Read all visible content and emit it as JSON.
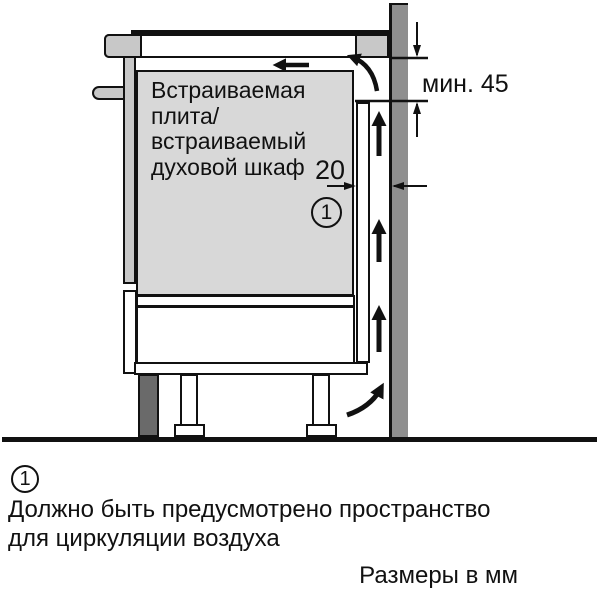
{
  "diagram": {
    "appliance_label": {
      "line1": "Встраиваемая",
      "line2": "плита/",
      "line3": "встраиваемый",
      "line4": "духовой шкаф"
    },
    "dimensions": {
      "min_wall_gap_label": "мин. 45",
      "vent_gap_label": "20"
    },
    "callout_marker": "1"
  },
  "footnote": {
    "marker": "1",
    "text_line1": "Должно быть предусмотрено пространство",
    "text_line2": "для циркуляции воздуха"
  },
  "units_label": "Размеры в мм",
  "colors": {
    "outline": "#111111",
    "appliance_fill": "#d8d8d8",
    "worktop_fill": "#c8c8c8",
    "wall_fill": "#8f8f8f",
    "plinth_fill": "#6a6a6a"
  }
}
